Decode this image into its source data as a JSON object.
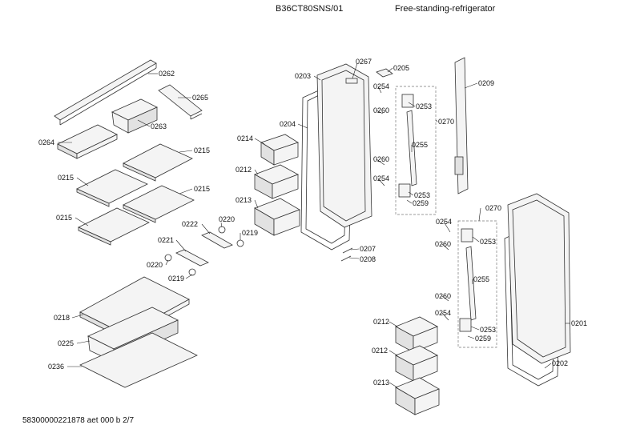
{
  "header": {
    "model": "B36CT80SNS/01",
    "title": "Free-standing-refrigerator"
  },
  "footer": {
    "doc_id": "58300000221878 aet 000 b 2/7"
  },
  "callouts": [
    "0262",
    "0265",
    "0263",
    "0264",
    "0215",
    "0215",
    "0215",
    "0215",
    "0222",
    "0220",
    "0219",
    "0221",
    "0220",
    "0219",
    "0218",
    "0225",
    "0236",
    "0214",
    "0212",
    "0213",
    "0204",
    "0203",
    "0267",
    "0205",
    "0254",
    "0260",
    "0253",
    "0270",
    "0255",
    "0260",
    "0254",
    "0253",
    "0259",
    "0209",
    "0207",
    "0208",
    "0270",
    "0254",
    "0253",
    "0260",
    "0255",
    "0260",
    "0254",
    "0253",
    "0259",
    "0212",
    "0212",
    "0213",
    "0201",
    "0202"
  ]
}
